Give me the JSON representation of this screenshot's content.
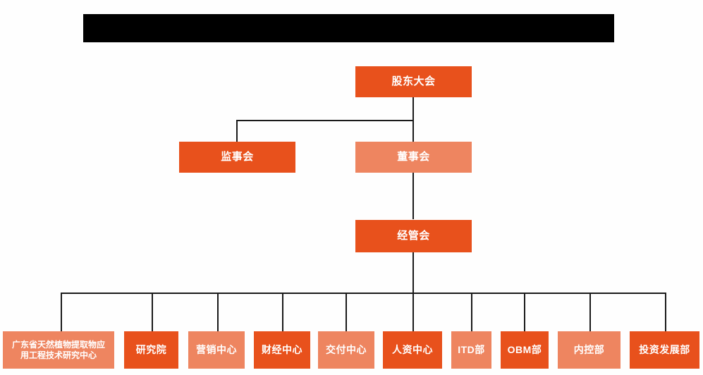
{
  "diagram": {
    "type": "org-chart",
    "title_bar": {
      "label": "",
      "redacted": true,
      "color": "#000000"
    },
    "colors": {
      "background": "#fefefe",
      "node_dark": "#e8511c",
      "node_light": "#ee8560",
      "connector": "#1a1a1a",
      "node_text": "#ffffff"
    },
    "levels": [
      {
        "level": 1,
        "nodes": [
          {
            "id": "shareholders",
            "label": "股东大会",
            "style": "dark"
          }
        ]
      },
      {
        "level": 2,
        "nodes": [
          {
            "id": "supervisors",
            "label": "监事会",
            "style": "dark"
          },
          {
            "id": "directors",
            "label": "董事会",
            "style": "light"
          }
        ]
      },
      {
        "level": 3,
        "nodes": [
          {
            "id": "management",
            "label": "经管会",
            "style": "dark"
          }
        ]
      },
      {
        "level": 4,
        "nodes": [
          {
            "id": "gd-research-center",
            "label": "广东省天然植物提取物应\n用工程技术研究中心",
            "style": "light"
          },
          {
            "id": "research-institute",
            "label": "研究院",
            "style": "dark"
          },
          {
            "id": "marketing-center",
            "label": "营销中心",
            "style": "light"
          },
          {
            "id": "finance-center",
            "label": "财经中心",
            "style": "dark"
          },
          {
            "id": "delivery-center",
            "label": "交付中心",
            "style": "light"
          },
          {
            "id": "hr-center",
            "label": "人资中心",
            "style": "dark"
          },
          {
            "id": "itd-dept",
            "label": "ITD部",
            "style": "light"
          },
          {
            "id": "obm-dept",
            "label": "OBM部",
            "style": "dark"
          },
          {
            "id": "internal-control-dept",
            "label": "内控部",
            "style": "light"
          },
          {
            "id": "investment-development-dept",
            "label": "投资发展部",
            "style": "dark"
          }
        ]
      }
    ],
    "edges": [
      {
        "from": "shareholders",
        "to": "supervisors"
      },
      {
        "from": "shareholders",
        "to": "directors"
      },
      {
        "from": "directors",
        "to": "management"
      },
      {
        "from": "management",
        "to": "gd-research-center"
      },
      {
        "from": "management",
        "to": "research-institute"
      },
      {
        "from": "management",
        "to": "marketing-center"
      },
      {
        "from": "management",
        "to": "finance-center"
      },
      {
        "from": "management",
        "to": "delivery-center"
      },
      {
        "from": "management",
        "to": "hr-center"
      },
      {
        "from": "management",
        "to": "itd-dept"
      },
      {
        "from": "management",
        "to": "obm-dept"
      },
      {
        "from": "management",
        "to": "internal-control-dept"
      },
      {
        "from": "management",
        "to": "investment-development-dept"
      }
    ]
  }
}
